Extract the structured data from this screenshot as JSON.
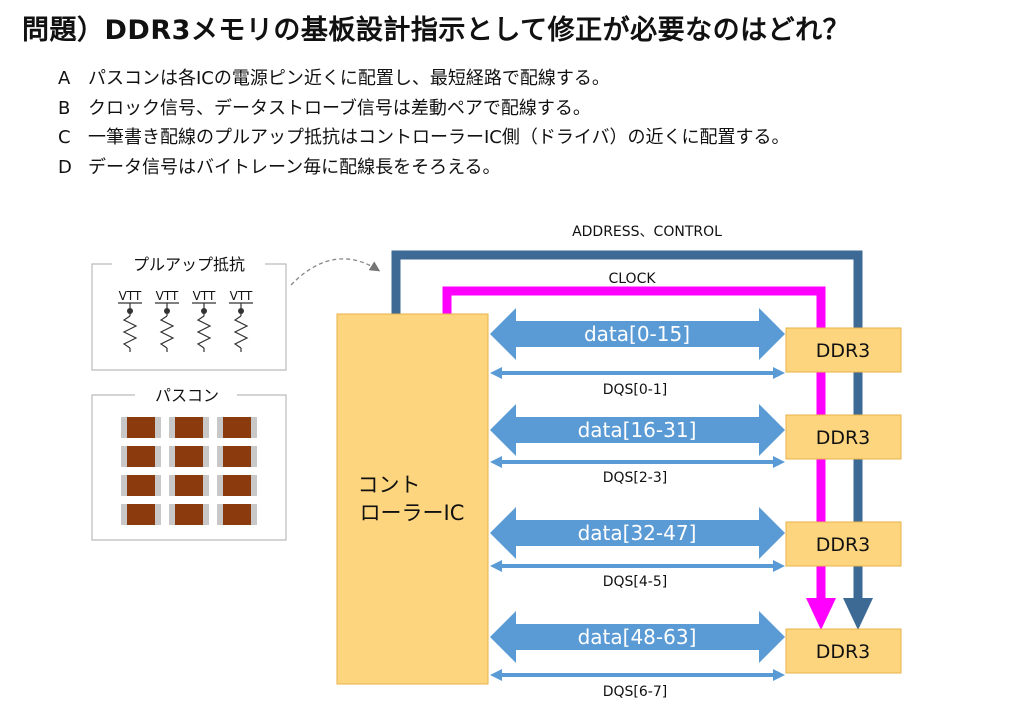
{
  "question": {
    "title": "問題）DDR3メモリの基板設計指示として修正が必要なのはどれ？",
    "options": [
      {
        "letter": "A",
        "text": "パスコンは各ICの電源ピン近くに配置し、最短経路で配線する。"
      },
      {
        "letter": "B",
        "text": "クロック信号、データストローブ信号は差動ペアで配線する。"
      },
      {
        "letter": "C",
        "text": "一筆書き配線のプルアップ抵抗はコントローラーIC側（ドライバ）の近くに配置する。"
      },
      {
        "letter": "D",
        "text": "データ信号はバイトレーン毎に配線長をそろえる。"
      }
    ]
  },
  "diagram": {
    "address_control_label": "ADDRESS、CONTROL",
    "clock_label": "CLOCK",
    "pullup_legend": "プルアップ抵抗",
    "vtt_labels": [
      "VTT",
      "VTT",
      "VTT",
      "VTT"
    ],
    "bypass_legend": "パスコン",
    "controller_label_1": "コント",
    "controller_label_2": "ローラーIC",
    "ddr_labels": [
      "DDR3",
      "DDR3",
      "DDR3",
      "DDR3"
    ],
    "data_labels": [
      "data[0-15]",
      "data[16-31]",
      "data[32-47]",
      "data[48-63]"
    ],
    "dqs_labels": [
      "DQS[0-1]",
      "DQS[2-3]",
      "DQS[4-5]",
      "DQS[6-7]"
    ],
    "colors": {
      "address_bus": "#3d6a94",
      "clock": "#ff00ff",
      "data_arrow": "#5b9bd5",
      "chip_fill": "#fdd57e",
      "capacitor_body": "#8b3a0e",
      "capacitor_pad": "#c8c8c8"
    }
  }
}
